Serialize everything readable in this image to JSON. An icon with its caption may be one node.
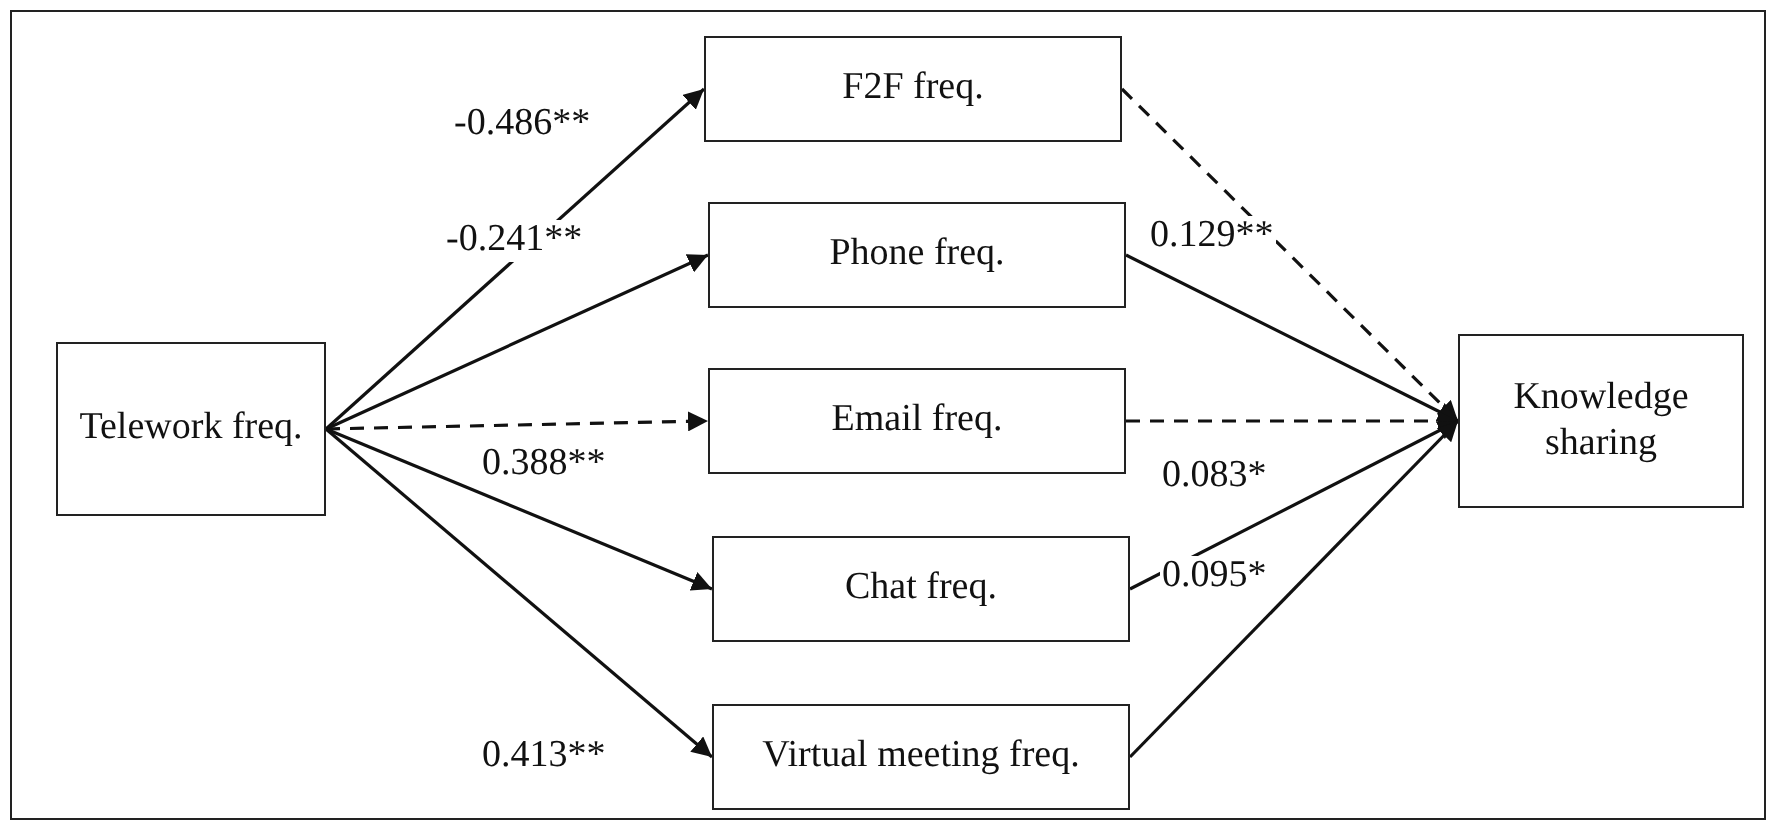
{
  "diagram": {
    "nodes": [
      {
        "text": [
          "Telework freq."
        ]
      },
      {
        "text": [
          "F2F freq."
        ]
      },
      {
        "text": [
          "Phone freq."
        ]
      },
      {
        "text": [
          "Email freq."
        ]
      },
      {
        "text": [
          "Chat freq."
        ]
      },
      {
        "text": [
          "Virtual meeting freq."
        ]
      },
      {
        "text": [
          "Knowledge sharing"
        ]
      }
    ],
    "edges": [
      {
        "from": 0,
        "to": 1,
        "arrow": "to",
        "label": "-0.486**"
      },
      {
        "from": 0,
        "to": 2,
        "arrow": "to",
        "label": "-0.241**"
      },
      {
        "from": 0,
        "to": 3,
        "arrow": "to",
        "style": "dashed"
      },
      {
        "from": 0,
        "to": 4,
        "arrow": "to",
        "label": "0.388**"
      },
      {
        "from": 0,
        "to": 5,
        "arrow": "to",
        "label": "0.413**"
      },
      {
        "from": 1,
        "to": 6,
        "arrow": "to",
        "style": "dashed"
      },
      {
        "from": 2,
        "to": 6,
        "arrow": "to",
        "label": "0.129**"
      },
      {
        "from": 3,
        "to": 6,
        "arrow": "to",
        "style": "dashed"
      },
      {
        "from": 4,
        "to": 6,
        "arrow": "to",
        "label": "0.083*"
      },
      {
        "from": 5,
        "to": 6,
        "arrow": "to",
        "label": "0.095*"
      }
    ]
  }
}
